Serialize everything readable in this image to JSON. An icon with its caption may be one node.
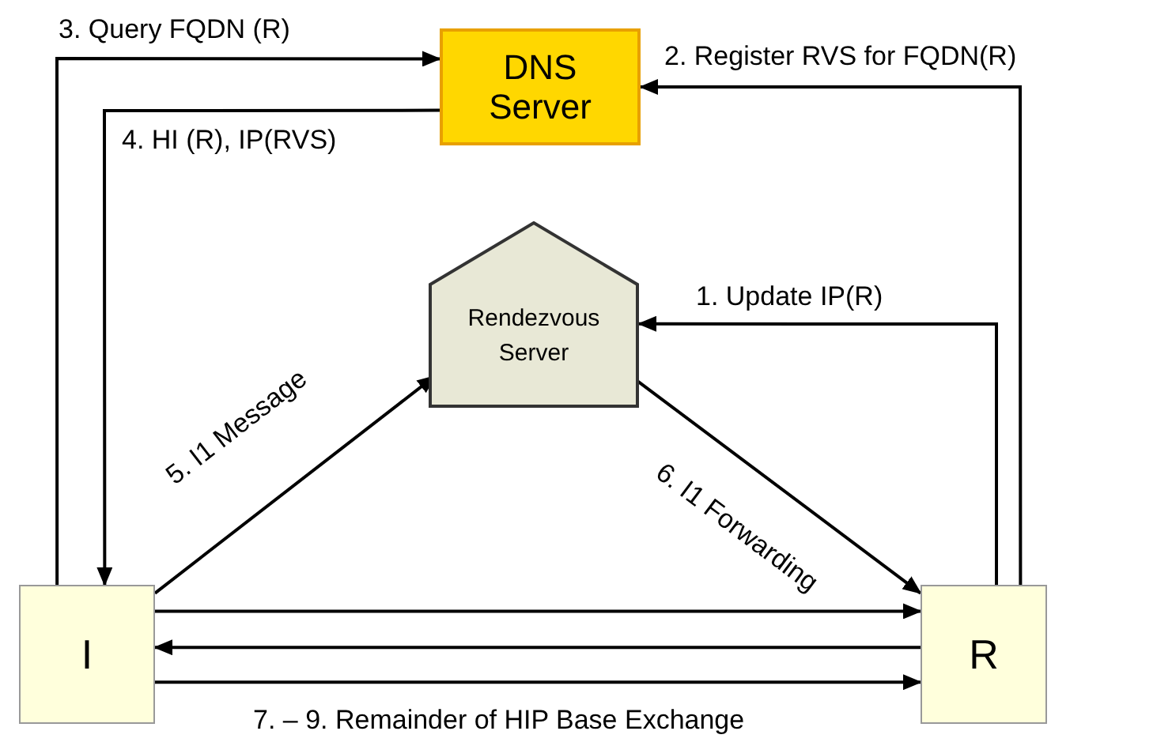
{
  "diagram": {
    "nodes": [
      {
        "text": [
          "DNS Server"
        ]
      },
      {
        "text": [
          "Rendezvous Server"
        ]
      },
      {
        "text": [
          "I"
        ]
      },
      {
        "text": [
          "R"
        ]
      }
    ],
    "edges": [
      {
        "from": 3,
        "to": 1,
        "arrow": "to",
        "label": "1. Update IP(R)"
      },
      {
        "from": 3,
        "to": 0,
        "arrow": "to",
        "label": "2. Register RVS for FQDN(R)"
      },
      {
        "from": 2,
        "to": 0,
        "arrow": "to",
        "label": "3. Query FQDN (R)"
      },
      {
        "from": 0,
        "to": 2,
        "arrow": "to",
        "label": "4. HI (R), IP(RVS)"
      },
      {
        "from": 2,
        "to": 1,
        "arrow": "to",
        "label": "5. I1 Message"
      },
      {
        "from": 1,
        "to": 3,
        "arrow": "to",
        "label": "6. I1 Forwarding"
      },
      {
        "from": 2,
        "to": 3,
        "arrow": "to"
      },
      {
        "from": 3,
        "to": 2,
        "arrow": "to"
      },
      {
        "from": 2,
        "to": 3,
        "arrow": "to"
      }
    ],
    "labels": [
      "7. – 9. Remainder of HIP Base Exchange"
    ]
  }
}
